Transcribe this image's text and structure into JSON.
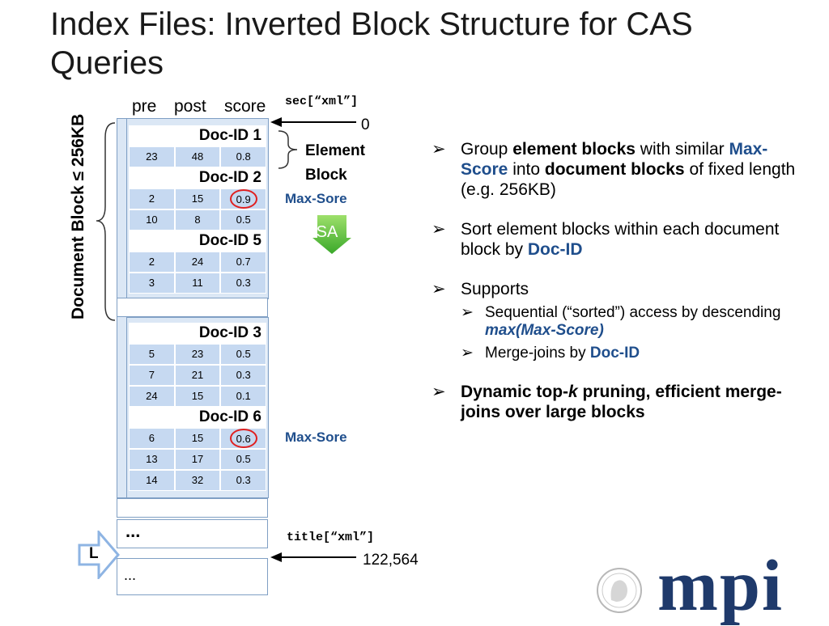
{
  "slide": {
    "title": "Index Files: Inverted Block Structure for CAS Queries",
    "column_headers": [
      "pre",
      "post",
      "score"
    ],
    "document_block_label": "Document Block ≤ 256KB",
    "sec_tag": "sec[“xml”]",
    "sec_offset": "0",
    "element_block_label": "Element Block",
    "max_sore_label": "Max-Sore",
    "sa_label": "SA",
    "title_tag": "title[“xml”]",
    "title_offset": "122,564",
    "l_label": "L",
    "ellipsis": "...",
    "blocks": [
      {
        "docs": [
          {
            "doc_id": "Doc-ID 1",
            "rows": [
              [
                "23",
                "48",
                "0.8"
              ]
            ]
          },
          {
            "doc_id": "Doc-ID 2",
            "rows": [
              [
                "2",
                "15",
                "0.9"
              ],
              [
                "10",
                "8",
                "0.5"
              ]
            ]
          },
          {
            "doc_id": "Doc-ID 5",
            "rows": [
              [
                "2",
                "24",
                "0.7"
              ],
              [
                "3",
                "11",
                "0.3"
              ]
            ]
          }
        ]
      },
      {
        "docs": [
          {
            "doc_id": "Doc-ID 3",
            "rows": [
              [
                "5",
                "23",
                "0.5"
              ],
              [
                "7",
                "21",
                "0.3"
              ],
              [
                "24",
                "15",
                "0.1"
              ]
            ]
          },
          {
            "doc_id": "Doc-ID 6",
            "rows": [
              [
                "6",
                "15",
                "0.6"
              ],
              [
                "13",
                "17",
                "0.5"
              ],
              [
                "14",
                "32",
                "0.3"
              ]
            ]
          }
        ]
      }
    ],
    "bullets": {
      "b1": [
        "Group ",
        "element blocks",
        " with similar ",
        "Max-Score",
        " into ",
        "document blocks",
        " of fixed length (e.g. 256KB)"
      ],
      "b2": [
        "Sort element blocks within each document block by ",
        "Doc-ID"
      ],
      "b3": "Supports",
      "b3a": [
        "Sequential (“sorted”) access by descending ",
        "max(Max-Score)"
      ],
      "b3b": [
        "Merge-joins by ",
        "Doc-ID"
      ],
      "b4": [
        "Dynamic top-",
        "k",
        " pruning, efficient merge-joins over large blocks"
      ]
    },
    "arrow_glyph": "➢",
    "logo_text": "mpi"
  }
}
